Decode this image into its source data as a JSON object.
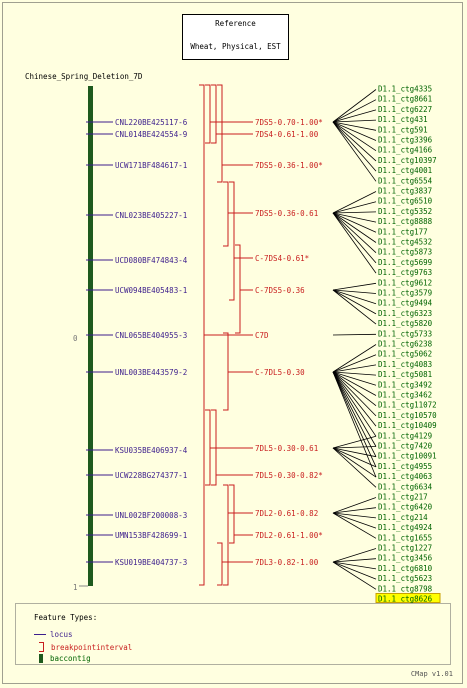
{
  "reference": {
    "title": "Reference",
    "subtitle": "Wheat, Physical, EST"
  },
  "map": {
    "title": "Chinese_Spring_Deletion_7D",
    "scale_top": "0",
    "scale_bottom": "1"
  },
  "colors": {
    "backbone": "#1e5a1e",
    "locus": "#3c1e8c",
    "breakpoint": "#c81e1e",
    "contig": "#006400",
    "highlight": "#ffff00"
  },
  "loci": [
    "CNL220BE425117-6",
    "CNL014BE424554-9",
    "UCW171BF484617-1",
    "CNL023BE405227-1",
    "UCD080BF474843-4",
    "UCW094BE405483-1",
    "CNL065BE404955-3",
    "UNL003BE443579-2",
    "KSU035BE406937-4",
    "UCW228BG274377-1",
    "UNL002BF200008-3",
    "UMN153BF428699-1",
    "KSU019BE404737-3"
  ],
  "intervals": [
    "7DS5-0.70-1.00*",
    "7DS4-0.61-1.00",
    "7DS5-0.36-1.00*",
    "7DS5-0.36-0.61",
    "C-7DS4-0.61*",
    "C-7DS5-0.36",
    "C7D",
    "C-7DL5-0.30",
    "7DL5-0.30-0.61",
    "7DL5-0.30-0.82*",
    "7DL2-0.61-0.82",
    "7DL2-0.61-1.00*",
    "7DL3-0.82-1.00"
  ],
  "contigs": [
    "D1.1_ctg4335",
    "D1.1_ctg8661",
    "D1.1_ctg6227",
    "D1.1_ctg431",
    "D1.1_ctg591",
    "D1.1_ctg3396",
    "D1.1_ctg4166",
    "D1.1_ctg10397",
    "D1.1_ctg4001",
    "D1.1_ctg6554",
    "D1.1_ctg3837",
    "D1.1_ctg6510",
    "D1.1_ctg5352",
    "D1.1_ctg8888",
    "D1.1_ctg177",
    "D1.1_ctg4532",
    "D1.1_ctg5873",
    "D1.1_ctg5699",
    "D1.1_ctg9763",
    "D1.1_ctg9612",
    "D1.1_ctg3579",
    "D1.1_ctg9494",
    "D1.1_ctg6323",
    "D1.1_ctg5820",
    "D1.1_ctg5733",
    "D1.1_ctg6238",
    "D1.1_ctg5062",
    "D1.1_ctg4083",
    "D1.1_ctg5081",
    "D1.1_ctg3492",
    "D1.1_ctg3462",
    "D1.1_ctg11072",
    "D1.1_ctg10570",
    "D1.1_ctg10409",
    "D1.1_ctg4129",
    "D1.1_ctg7420",
    "D1.1_ctg10091",
    "D1.1_ctg4955",
    "D1.1_ctg4063",
    "D1.1_ctg6634",
    "D1.1_ctg217",
    "D1.1_ctg6420",
    "D1.1_ctg214",
    "D1.1_ctg4924",
    "D1.1_ctg1655",
    "D1.1_ctg1227",
    "D1.1_ctg3456",
    "D1.1_ctg6810",
    "D1.1_ctg5623",
    "D1.1_ctg8798",
    "D1.1_ctg8626"
  ],
  "highlighted_contig": "D1.1_ctg8626",
  "legend": {
    "title": "Feature Types:",
    "items": [
      "locus",
      "breakpointinterval",
      "baccontig"
    ]
  },
  "footer": "CMap v1.01"
}
